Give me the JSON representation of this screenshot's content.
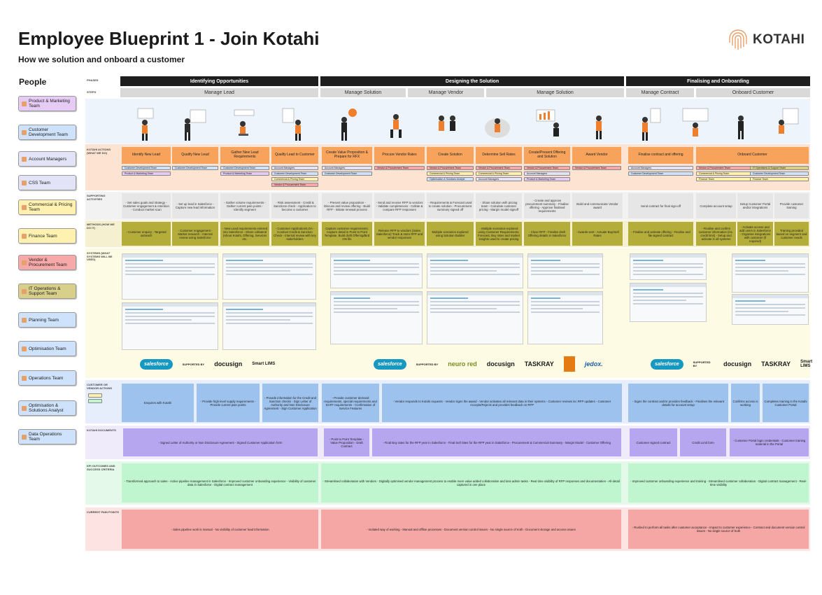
{
  "header": {
    "title": "Employee Blueprint 1 - Join Kotahi",
    "subtitle": "How we solution and onboard a customer",
    "logo_text": "KOTAHI"
  },
  "people": {
    "heading": "People",
    "teams": [
      {
        "label": "Product & Marketing Team",
        "color": "#e6ccf5"
      },
      {
        "label": "Customer Development Team",
        "color": "#cfe2fb"
      },
      {
        "label": "Account Managers",
        "color": "#e3e3f7"
      },
      {
        "label": "CSS Team",
        "color": "#e3e3f7"
      },
      {
        "label": "Commercial & Pricing Team",
        "color": "#fff2b0"
      },
      {
        "label": "Finance Team",
        "color": "#fff2b0"
      },
      {
        "label": "Vendor & Procurement Team",
        "color": "#f7a8a8"
      },
      {
        "label": "IT Operations & Support Team",
        "color": "#d8cf8a"
      },
      {
        "label": "Planning Team",
        "color": "#cfe2fb"
      },
      {
        "label": "Optimisation Team",
        "color": "#cfe2fb"
      },
      {
        "label": "Operations Team",
        "color": "#cfe2fb"
      },
      {
        "label": "Optimisation & Solutions Analyst",
        "color": "#cfe2fb"
      },
      {
        "label": "Data Operations Team",
        "color": "#cfe2fb"
      }
    ]
  },
  "row_labels": {
    "phases": "PHASES",
    "steps": "STEPS",
    "kotahi_actions": "KOTAHI ACTIONS (WHAT WE DO)",
    "supporting": "SUPPORTING ACTIVITIES",
    "methods": "METHODS (HOW WE DO IT)",
    "systems": "SYSTEMS (WHAT SYSTEMS WILL BE USED)",
    "customer": "CUSTOMER OR VENDOR ACTIONS",
    "documents": "KOTAHI DOCUMENTS",
    "kpi": "KPI OUTCOMES AND SUCCESS CRITERIA",
    "pain": "CURRENT PAIN POINTS"
  },
  "phases": [
    "Identifying Opportunities",
    "Designing the Solution",
    "Finalising and Onboarding"
  ],
  "stages": [
    "Manage Lead",
    "Manage Solution",
    "Manage Vendor",
    "Manage Solution",
    "Manage Contract",
    "Onboard Customer"
  ],
  "actions": [
    "Identify New Lead",
    "Qualify New Lead",
    "Gather New Lead Requirements",
    "Qualify Lead to Customer",
    "Create Value Proposition & Prepare for RFX",
    "Procure Vendor Rates",
    "Create Solution",
    "Determine Sell Rates",
    "Create/Present Offering and Solution",
    "Award Vendor",
    "Finalise contract and offering",
    "Onboard Customer"
  ],
  "action_tags": [
    [
      "Customer Development Team",
      "Product & Marketing Team"
    ],
    [
      "Customer Development Team"
    ],
    [
      "Customer Development Team",
      "Product & Marketing Team"
    ],
    [
      "Account Managers",
      "Customer Development Team",
      "Commercial & Pricing Team",
      "Vendor & Procurement Team"
    ],
    [
      "Account Managers",
      "Customer Development Team"
    ],
    [
      "Vendor & Procurement Team"
    ],
    [
      "Vendor & Procurement Team",
      "Commercial & Pricing Team",
      "Optimisation & Solutions Analyst"
    ],
    [
      "Vendor & Procurement Team",
      "Commercial & Pricing Team",
      "Account Managers"
    ],
    [
      "Vendor & Procurement Team",
      "Account Managers",
      "Product & Marketing Team"
    ],
    [
      "Vendor & Procurement Team"
    ],
    [
      "Account Managers",
      "Customer Development Team"
    ],
    [
      "Vendor & Procurement Team",
      "Commercial & Pricing Team",
      "Finance Team"
    ],
    [
      "IT Operations & Support Team",
      "Customer Development Team",
      "Finance Team"
    ]
  ],
  "supporting": [
    "- Set sales goals and strategy - Customer engagement & retention - Conduct market scan",
    "- Set up lead in Salesforce - Capture new lead information",
    "- Gather volume requirements - Gather current pain points - Identify segment",
    "- Risk assessment - Credit & Sanctions check - Application to become a customer",
    "- Present value proposition - Discuss and review offering - Build RFP - Initiate renewal process",
    "- Send and receive RFP to vendors - Validate completeness - Collate & compare RFP responses",
    "- Requirements & Forecast used to create solution - Procurement summary signed off",
    "- Share solution with pricing team - Calculate customer pricing - Margin model signoff",
    "- Create and approve procurement summary - Finalise offering - Approve finalised requirements",
    "Build and communicate Vendor award",
    "Send contract for final sign-off",
    "Complete account setup",
    "Setup Customer Portal and/or integrations",
    "Provide customer training"
  ],
  "methods": [
    "- Customer enquiry - Targeted outreach",
    "- Customer engagement - Market research - Internal review using Salesforce",
    "- New Lead requirements entered into Salesforce - Share collateral (About Kotahi, Offering, Services etc.",
    "- Customer Application/LOA - Conduct Credit & Sanction Check - Internal review with key stakeholders",
    "Capture customer requirements. Capture detail in Point to Point Template. Build draft Offering/Bird ON file",
    "Release RFP to vendors (Sales Salesforce) Track & store RFP and vendor responses",
    "Multiple scenarios explored using Solution Builder",
    "- Multiple scenarios explored using Customer Requirements, Forecast, Buy rates and market insights used to create pricing",
    "- Close RFP - Finalise draft Offering details in Salesforce",
    "- Awards sent - Actuate Buy/Sell Rates",
    "- Finalise and activate offering - Finalise and file signed contract",
    "- Finalise and confirm customer information (inc. credit limit) - Setup and activate in all systems",
    "- Activate access and add users in Salesforce - Organise integrations with customer (if required)",
    "Training provided based on segment and customer needs"
  ],
  "supported_by": "SUPPORTED BY",
  "vendors": {
    "group1": [
      "salesforce",
      "docusign",
      "Smart LIMS"
    ],
    "group2": [
      "salesforce",
      "neuro red",
      "docusign",
      "TASKRAY",
      "jedox."
    ],
    "group3": [
      "salesforce",
      "docusign",
      "TASKRAY",
      "Smart LIMS"
    ]
  },
  "customer_actions": [
    "Enquires with Kotahi",
    "- Provide high level supply requirements - Provide current pain points",
    "- Provide information for the Credit and Sanction checks - Sign Letter of Authority and Non Disclosure Agreement - Sign Customer Application",
    "- Provide customer demand requirements, special requirements and DAFF requirements - Confirmation of Service Features",
    "- Vendor responds to Kotahi requests - Vendor signs the award - Vendor activates all relevant data in their systems - Customer reviews inc RFP updates - Customer Accepts/Rejects and provides feedback on RFP",
    "- Signs the contract and/or provides feedback - Finalises the relevant details for account setup",
    "Confirms access is working",
    "Completes training in the Kotahi Customer Portal"
  ],
  "documents": [
    "- Signed Letter of Authority or Non Disclosure Agreement - Signed Customer Application form",
    "- Point to Point Template - Value Proposition - Draft Contract",
    "- Final Buy rates for the RFP year in Salesforce - Final Sell rates for the RFP year in Salesforce - Procurement & Commercial Summary - Margin Model - Customer Offering",
    "Customer signed contract",
    "Credit Limit form",
    "- Customer Portal login credentials - Customer training material in the Portal"
  ],
  "kpi": [
    "- Transformed approach to sales - Active pipeline management in Salesforce - Improved customer onboarding experience - Visibility of customer data in Salesforce - Digital contract management",
    "- Streamlined collaboration with Vendors - Digitally optimised vendor management process to enable more value added collaboration and less admin tasks - Real time visibility of RFP responses and documentation - All detail captured in one place",
    "- Improved customer onboarding experience and training - Streamlined customer collaboration - Digital contract management - Real-time visibility"
  ],
  "pain": [
    "- Sales pipeline work is manual - No visibility of customer lead information",
    "- Isolated way of working - Manual and offline processes - Document version control issues - No single source of truth - Document storage and access issues",
    "- Rushed to perform all tasks after customer acceptance - Impact to customer experience - Contract and document version control issues - No single source of truth"
  ]
}
